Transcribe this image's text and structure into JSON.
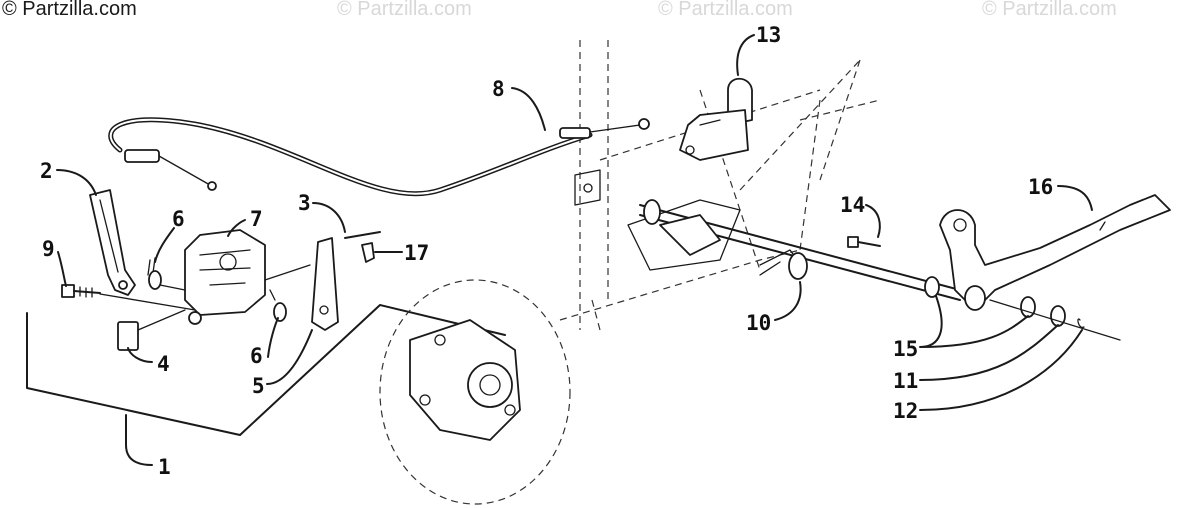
{
  "watermarks": {
    "primary": "© Partzilla.com",
    "faint_1": "© Partzilla.com",
    "faint_2": "© Partzilla.com",
    "faint_3": "© Partzilla.com"
  },
  "callouts": [
    "1",
    "2",
    "3",
    "4",
    "5",
    "6",
    "6",
    "7",
    "8",
    "9",
    "10",
    "11",
    "12",
    "13",
    "14",
    "15",
    "16",
    "17"
  ],
  "colors": {
    "ink": "#1a1a1a",
    "watermark_faint": "#d8d8d8",
    "background": "#ffffff"
  }
}
